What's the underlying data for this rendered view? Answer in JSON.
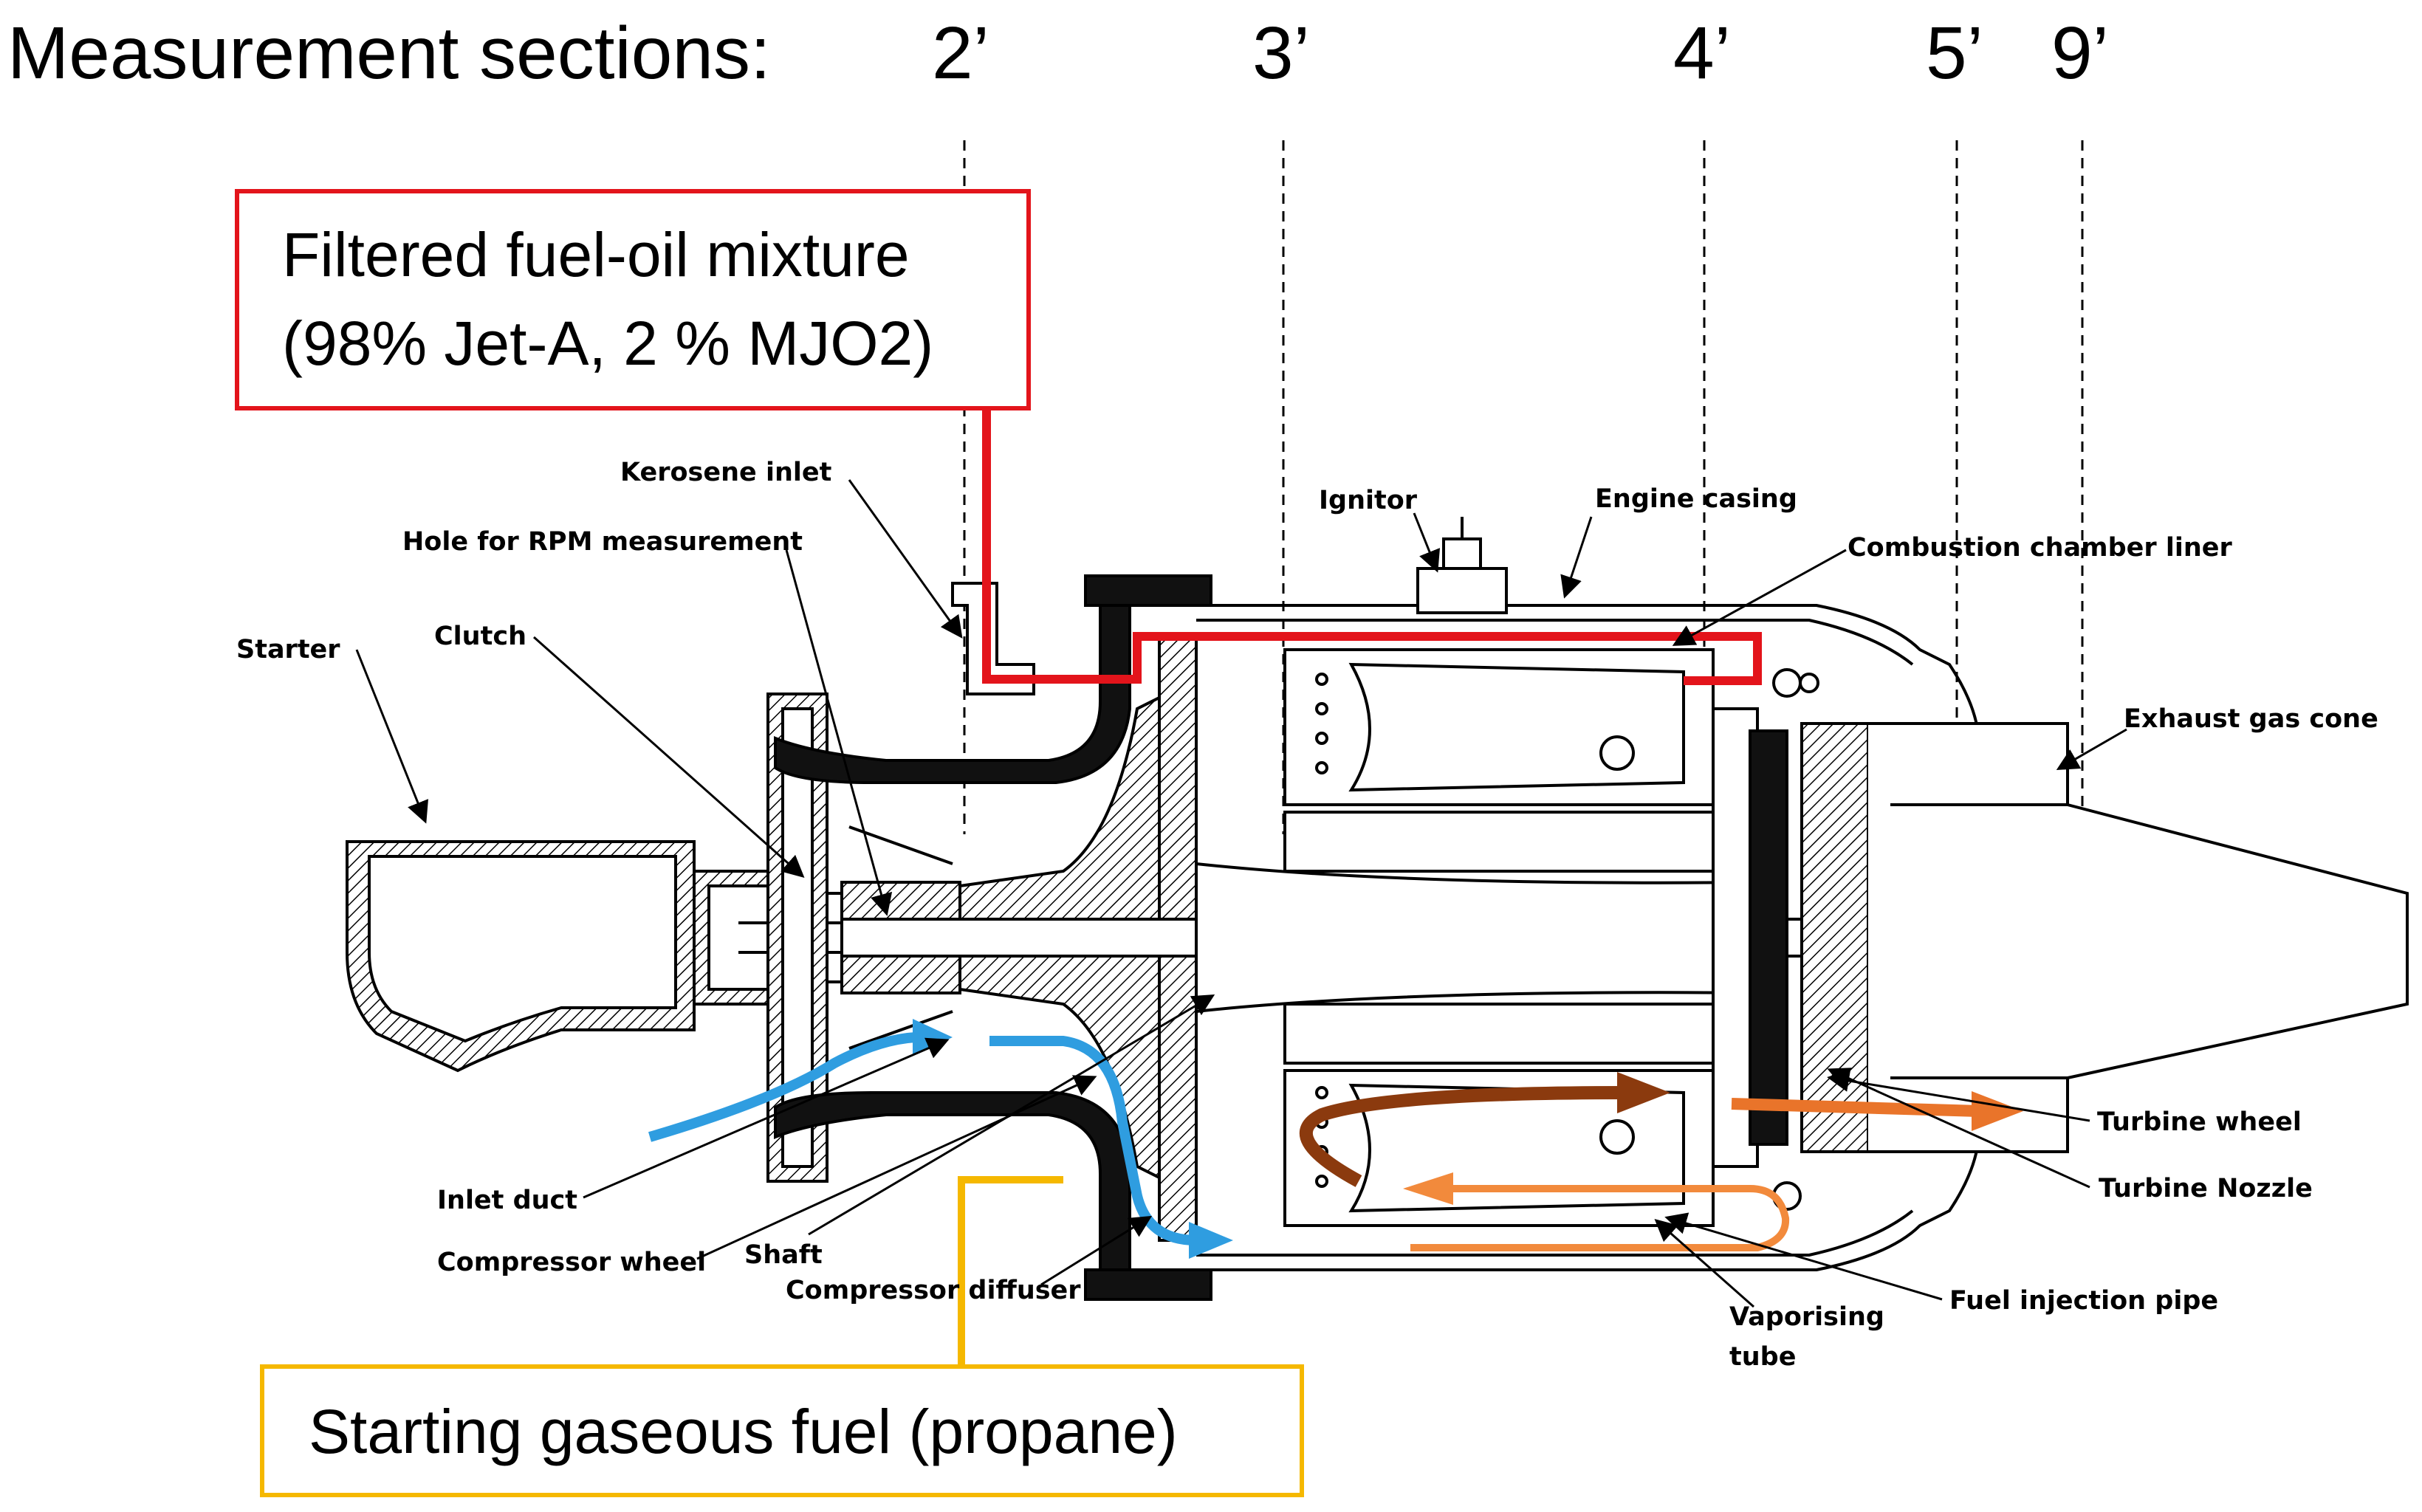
{
  "header": {
    "title": "Measurement sections:",
    "sections": [
      "2’",
      "3’",
      "4’",
      "5’",
      "9’"
    ]
  },
  "fuel_box": {
    "line1": "Filtered fuel-oil mixture",
    "line2": "(98% Jet-A, 2 % MJO2)"
  },
  "start_box": {
    "text": "Starting gaseous fuel (propane)"
  },
  "labels": {
    "kerosene_inlet": "Kerosene inlet",
    "hole_rpm": "Hole for RPM measurement",
    "starter": "Starter",
    "clutch": "Clutch",
    "ignitor": "Ignitor",
    "engine_casing": "Engine casing",
    "combustion_liner": "Combustion chamber liner",
    "exhaust_cone": "Exhaust gas cone",
    "inlet_duct": "Inlet duct",
    "compressor_wheel": "Compressor wheel",
    "shaft": "Shaft",
    "compressor_diffuser": "Compressor diffuser",
    "turbine_wheel": "Turbine wheel",
    "turbine_nozzle": "Turbine Nozzle",
    "fuel_injection_pipe": "Fuel injection pipe",
    "vaporising": "Vaporising",
    "tube": "tube"
  },
  "colors": {
    "fuel_line": "#e3141b",
    "propane_line": "#f5b800",
    "air_flow": "#2f9de0",
    "combustion_flow": "#8b3a0e",
    "exhaust_flow": "#e9742a",
    "injection_flow": "#f28a3c"
  }
}
